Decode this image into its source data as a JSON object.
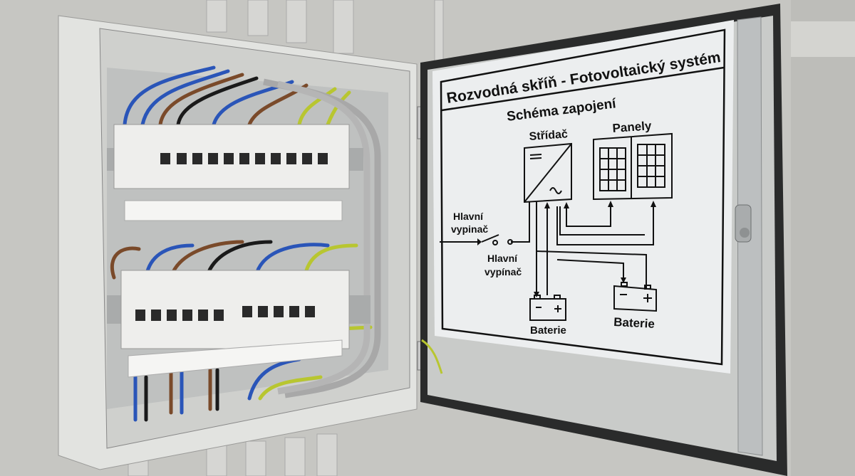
{
  "label": {
    "title": "Rozvodná skříň - Fotovoltaický systém",
    "subtitle": "Schéma zapojení",
    "inverter": "Střídač",
    "panels": "Panely",
    "main_switch_input": [
      "Hlavní",
      "vypinač"
    ],
    "main_switch": [
      "Hlavní",
      "vypínač"
    ],
    "battery_1": "Baterie",
    "battery_2": "Baterie"
  },
  "colors": {
    "wall": "#c8c8c4",
    "cabinet": "#e4e5e2",
    "door_frame": "#2a2b2b",
    "label_bg": "#eceeef",
    "wire_blue": "#2a55b8",
    "wire_brown": "#7a4a2a",
    "wire_black": "#1a1a1a",
    "wire_yellow_green": "#b8c630",
    "wire_gray": "#a8a8a8"
  }
}
